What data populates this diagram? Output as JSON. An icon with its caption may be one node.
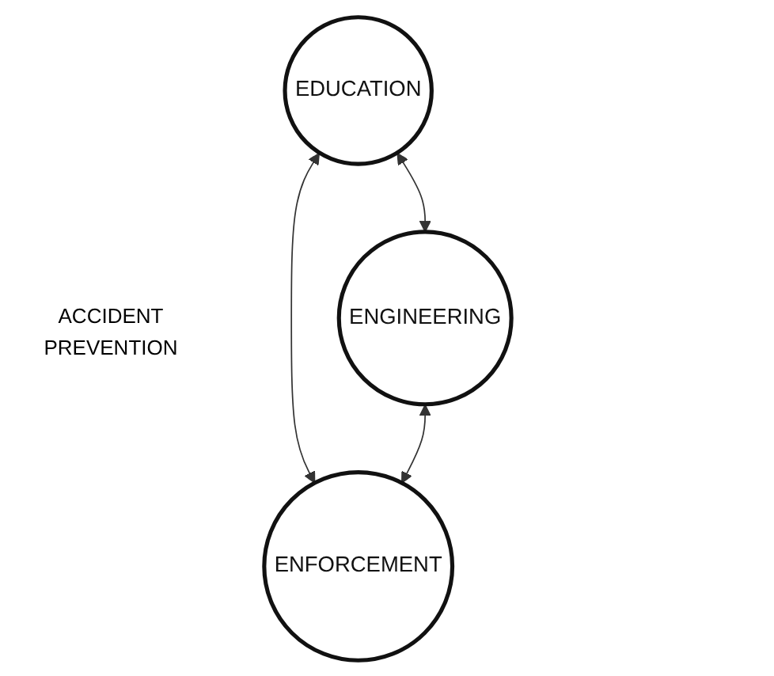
{
  "diagram": {
    "nodes": [
      {
        "text": [
          "EDUCATION"
        ]
      },
      {
        "text": [
          "ENGINEERING"
        ]
      },
      {
        "text": [
          "ENFORCEMENT"
        ]
      }
    ],
    "edges": [
      {
        "from": 0,
        "to": 1,
        "arrow": "both"
      },
      {
        "from": 0,
        "to": 2,
        "arrow": "both"
      },
      {
        "from": 1,
        "to": 2,
        "arrow": "both"
      }
    ],
    "labels": [
      "ACCIDENT PREVENTION"
    ]
  }
}
